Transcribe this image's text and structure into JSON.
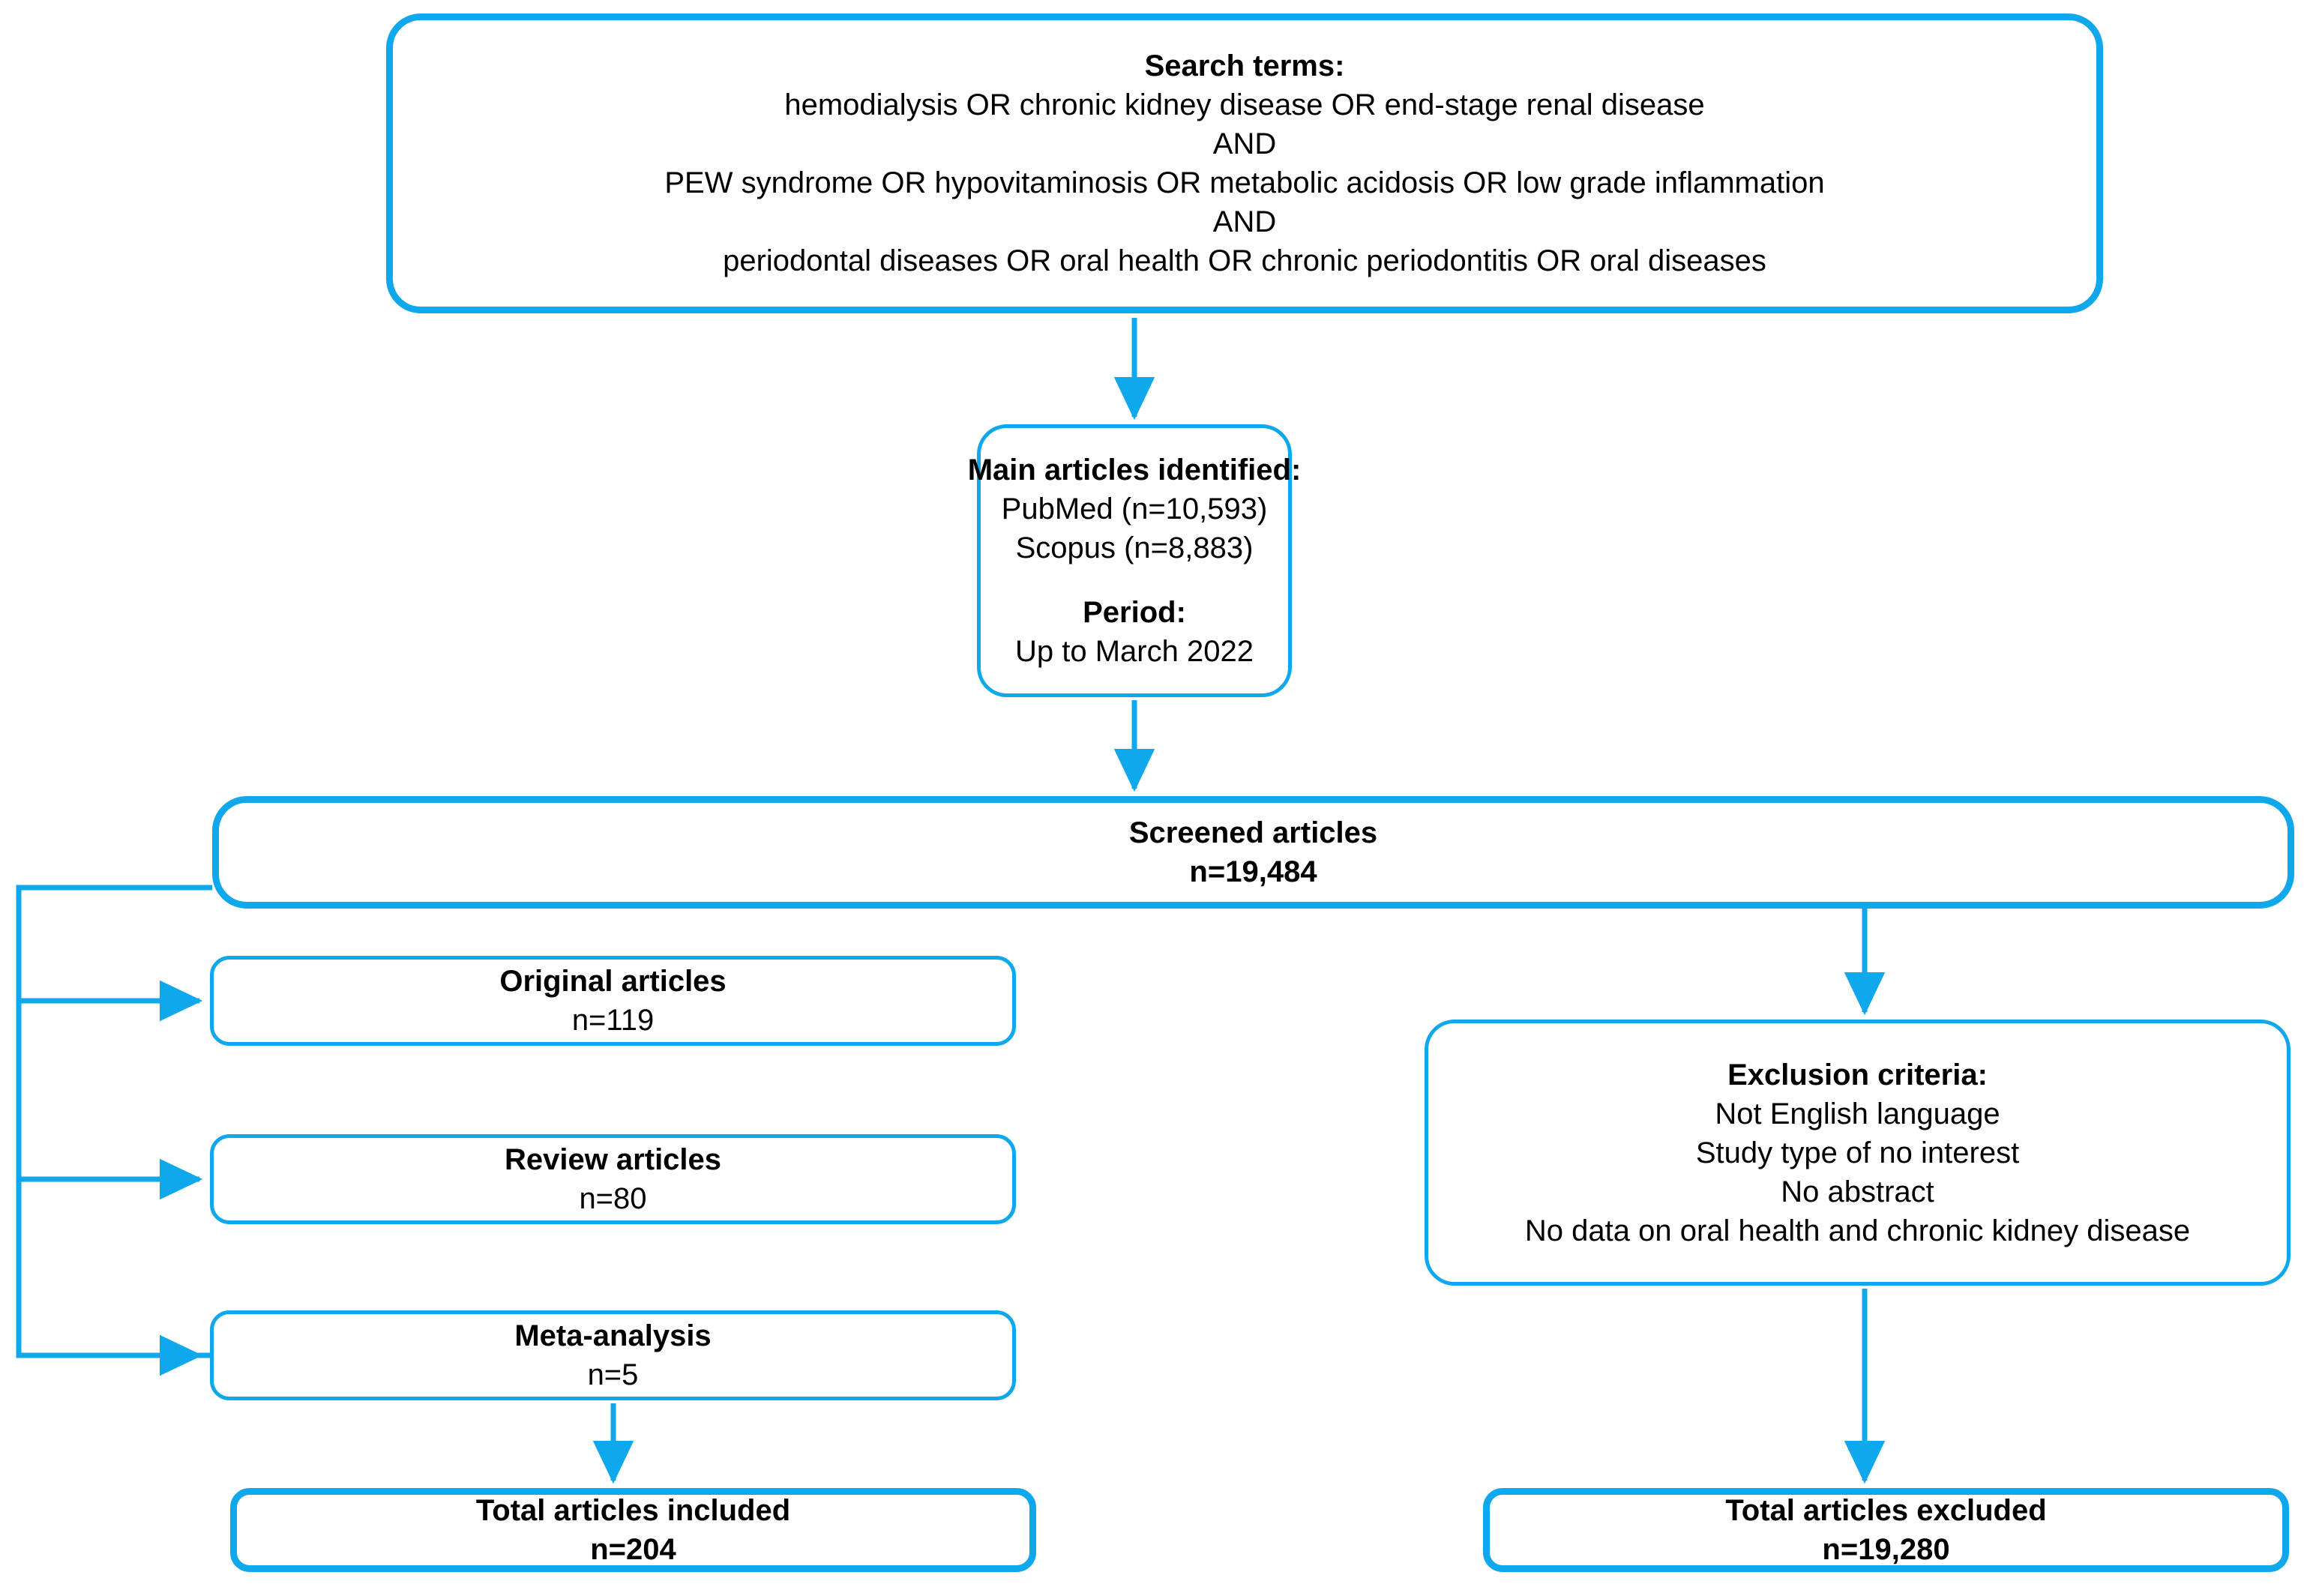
{
  "diagram": {
    "title": "PRISMA-style literature search flow diagram",
    "accent_color": "#0FA8EC",
    "text_color": "#000000",
    "background": "#ffffff"
  },
  "nodes": {
    "search_terms": {
      "heading": "Search terms:",
      "lines": [
        "hemodialysis OR chronic kidney disease OR end-stage renal disease",
        "AND",
        "PEW syndrome OR hypovitaminosis OR metabolic acidosis OR low grade inflammation",
        "AND",
        "periodontal diseases OR oral health OR chronic periodontitis OR oral diseases"
      ]
    },
    "main_articles": {
      "heading": "Main articles identified:",
      "line1": "PubMed (n=10,593)",
      "line2": "Scopus (n=8,883)",
      "heading2": "Period:",
      "line3": "Up to March 2022"
    },
    "screened": {
      "heading": "Screened articles",
      "count": "n=19,484"
    },
    "original": {
      "heading": "Original articles",
      "count": "n=119"
    },
    "review": {
      "heading": "Review articles",
      "count": "n=80"
    },
    "meta": {
      "heading": "Meta-analysis",
      "count": "n=5"
    },
    "exclusion": {
      "heading": "Exclusion criteria:",
      "criteria": [
        "Not English language",
        "Study type of no interest",
        "No abstract",
        "No data on oral health and chronic kidney disease"
      ]
    },
    "included": {
      "heading": "Total articles included",
      "count": "n=204"
    },
    "excluded": {
      "heading": "Total articles excluded",
      "count": "n=19,280"
    }
  },
  "chart_data": {
    "type": "diagram",
    "title": "Literature search and selection flow",
    "stages": [
      {
        "name": "Search terms",
        "value": null
      },
      {
        "name": "PubMed",
        "value": 10593
      },
      {
        "name": "Scopus",
        "value": 8883
      },
      {
        "name": "Screened articles",
        "value": 19484
      },
      {
        "name": "Original articles",
        "value": 119
      },
      {
        "name": "Review articles",
        "value": 80
      },
      {
        "name": "Meta-analysis",
        "value": 5
      },
      {
        "name": "Total articles included",
        "value": 204
      },
      {
        "name": "Total articles excluded",
        "value": 19280
      }
    ],
    "period": "Up to March 2022"
  }
}
